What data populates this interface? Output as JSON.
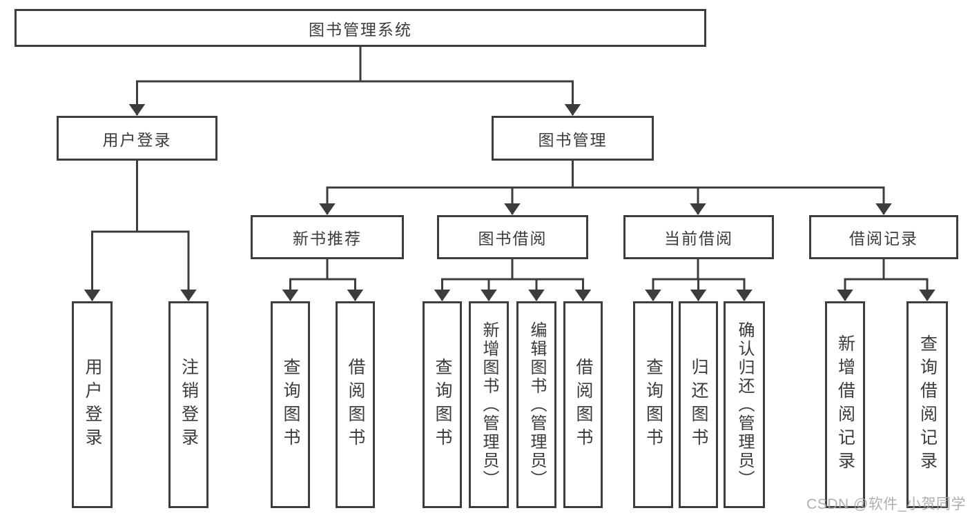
{
  "canvas": {
    "background": "#ffffff",
    "line_color": "#3c3c3c",
    "text_color": "#3b3b3b"
  },
  "nodes": {
    "root": {
      "label": "图书管理系统"
    },
    "login": {
      "label": "用户登录",
      "children": [
        {
          "label": "用户登录"
        },
        {
          "label": "注销登录"
        }
      ]
    },
    "manage": {
      "label": "图书管理"
    },
    "recommend": {
      "label": "新书推荐",
      "children": [
        {
          "label": "查询图书"
        },
        {
          "label": "借阅图书"
        }
      ]
    },
    "borrow": {
      "label": "图书借阅",
      "children": [
        {
          "label": "查询图书"
        },
        {
          "label": "新增图书（管理员）"
        },
        {
          "label": "编辑图书（管理员）"
        },
        {
          "label": "借阅图书"
        }
      ]
    },
    "current": {
      "label": "当前借阅",
      "children": [
        {
          "label": "查询图书"
        },
        {
          "label": "归还图书"
        },
        {
          "label": "确认归还（管理员）"
        }
      ]
    },
    "records": {
      "label": "借阅记录",
      "children": [
        {
          "label": "新增借阅记录"
        },
        {
          "label": "查询借阅记录"
        }
      ]
    }
  },
  "watermark": {
    "text": "CSDN @软件_小贺同学",
    "color": "#a9a9a9"
  }
}
